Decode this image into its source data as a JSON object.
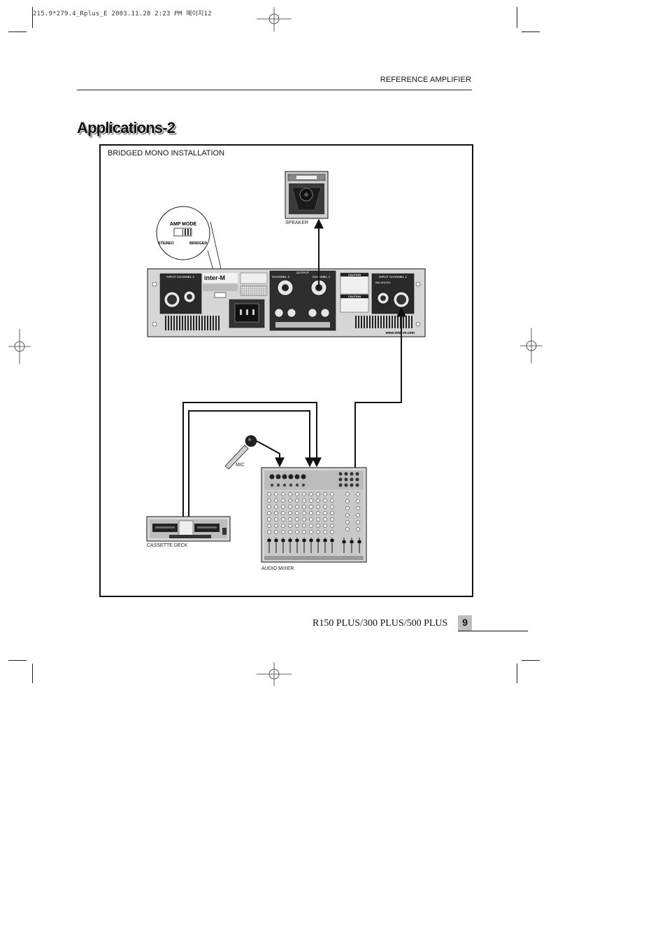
{
  "print_slug": "215.9*279.4_Rplus_E 2003.11.28 2:23 PM 페이지12",
  "header": {
    "section_title": "REFERENCE AMPLIFIER"
  },
  "page": {
    "title": "Applications-2"
  },
  "diagram": {
    "heading": "BRIDGED MONO INSTALLATION",
    "amp_mode": {
      "title": "AMP MODE",
      "left": "STEREO",
      "right": "BRIDGED"
    },
    "amp_panel": {
      "input_ch2": "INPUT CHANNEL 2",
      "input_ch1": "INPUT CHANNEL 1",
      "output": "OUTPUT",
      "output_ch2": "CHANNEL 2",
      "output_ch1": "CHANNEL 1",
      "caution1": "CAUTION",
      "caution2": "CAUTION",
      "balanced": "BALANCED",
      "website": "www.inter-m.com",
      "brand": "inter-M"
    },
    "labels": {
      "speaker": "SPEAKER",
      "mic": "MIC",
      "cassette": "CASSETTE DECK",
      "mixer": "AUDIO MIXER"
    }
  },
  "footer": {
    "model": "R150 PLUS/300 PLUS/500 PLUS",
    "page_number": "9"
  }
}
